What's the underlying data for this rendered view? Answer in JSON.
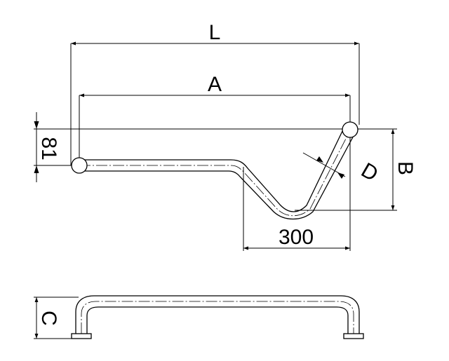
{
  "labels": {
    "L": "L",
    "A": "A",
    "B": "B",
    "C": "C",
    "D": "D",
    "dim_300": "300",
    "dim_81": "81"
  },
  "colors": {
    "line": "#000000",
    "background": "#ffffff"
  }
}
